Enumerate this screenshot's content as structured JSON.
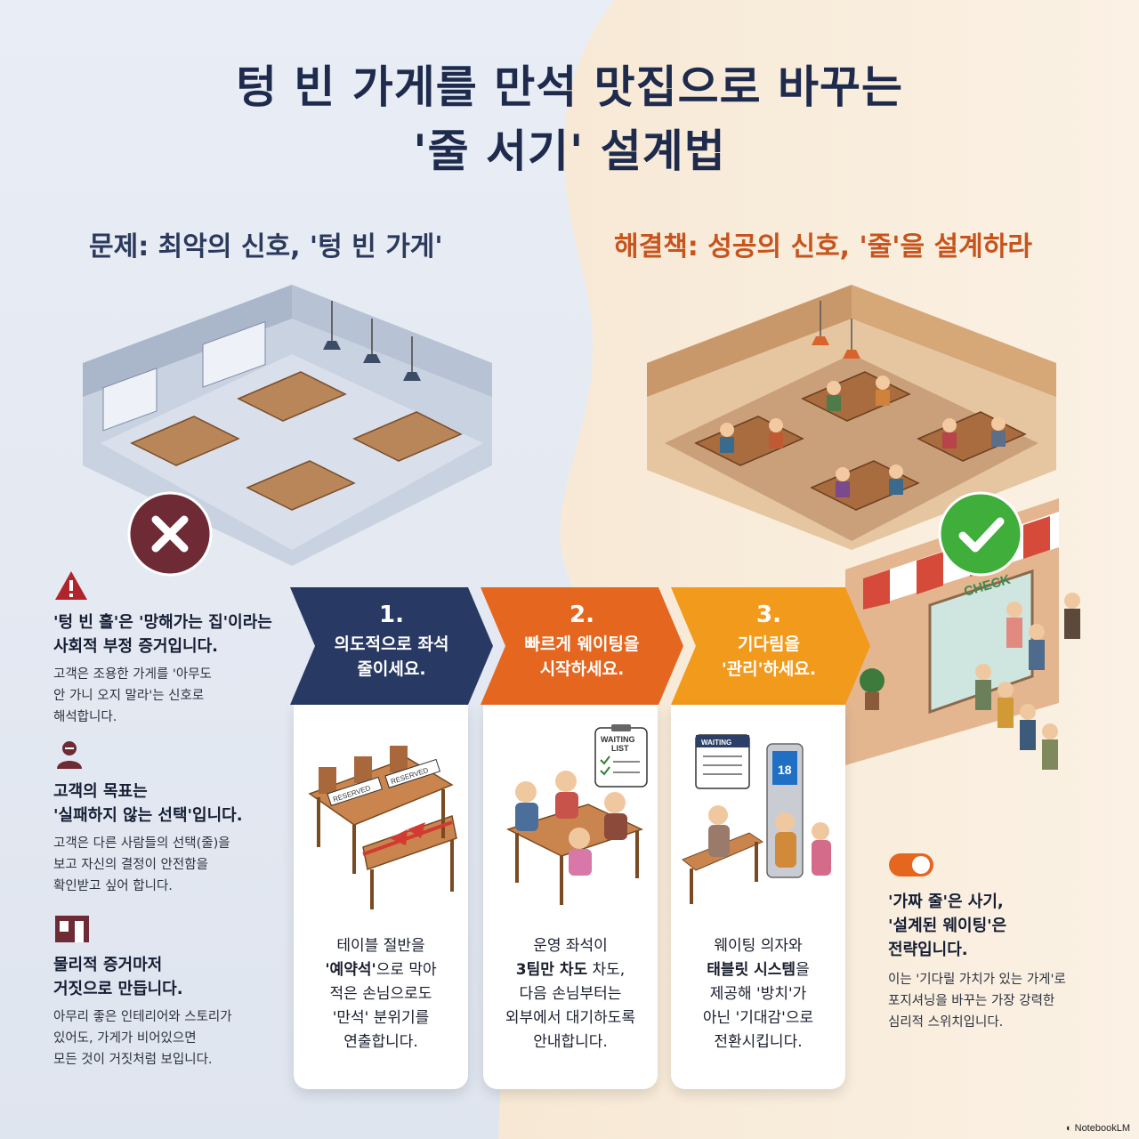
{
  "title": {
    "line1": "텅 빈 가게를 만석 맛집으로 바꾸는",
    "line2": "'줄 서기' 설계법"
  },
  "problem_heading": "문제: 최악의 신호, '텅 빈 가게'",
  "solution_heading": "해결책: 성공의 신호, '줄'을 설계하라",
  "problem_points": [
    {
      "icon": "warning-icon",
      "bold_1": "'텅 빈 홀'은 '망해가는 집'이라는",
      "bold_2": "사회적 부정 증거입니다.",
      "body_1": "고객은 조용한 가게를 '아무도",
      "body_2": "안 가니 오지 말라'는 신호로",
      "body_3": "해석합니다."
    },
    {
      "icon": "customer-icon",
      "bold_1": "고객의 목표는",
      "bold_2": "'실패하지 않는 선택'입니다.",
      "body_1": "고객은 다른 사람들의 선택(줄)을",
      "body_2": "보고 자신의 결정이 안전함을",
      "body_3": "확인받고 싶어 합니다."
    },
    {
      "icon": "storefront-icon",
      "bold_1": "물리적 증거마저",
      "bold_2": "거짓으로 만듭니다.",
      "body_1": "아무리 좋은 인테리어와 스토리가",
      "body_2": "있어도, 가게가 비어있으면",
      "body_3": "모든 것이 거짓처럼 보입니다."
    }
  ],
  "steps": [
    {
      "num": "1.",
      "head_1": "의도적으로 좌석",
      "head_2": "줄이세요.",
      "color": "#283a63",
      "text_1": "테이블 절반을",
      "text_2a": "'예약석'",
      "text_2b": "으로 막아",
      "text_3": "적은 손님으로도",
      "text_4": "'만석' 분위기를",
      "text_5": "연출합니다.",
      "reserved_label": "RESERVED"
    },
    {
      "num": "2.",
      "head_1": "빠르게 웨이팅을",
      "head_2": "시작하세요.",
      "color": "#e5661f",
      "text_1": "운영 좌석이",
      "text_2a": "3팀만 차도",
      "text_2b": " 차도,",
      "text_3": "다음 손님부터는",
      "text_4": "외부에서 대기하도록",
      "text_5": "안내합니다.",
      "list_label_1": "WAITING",
      "list_label_2": "LIST"
    },
    {
      "num": "3.",
      "head_1": "기다림을",
      "head_2": "'관리'하세요.",
      "color": "#f29a1b",
      "text_1": "웨이팅 의자와",
      "text_2a": "태블릿 시스템",
      "text_2b": "을",
      "text_3": "제공해 '방치'가",
      "text_4": "아닌 '기대감'으로",
      "text_5": "전환시킵니다.",
      "board_label": "WAITING",
      "kiosk_number": "18"
    }
  ],
  "right_point": {
    "bold_1": "'가짜 줄'은 사기,",
    "bold_2": "'설계된 웨이팅'은",
    "bold_3": "전략입니다.",
    "body_1": "이는 '기다릴 가치가 있는 가게'로",
    "body_2": "포지셔닝을 바꾸는 가장 강력한",
    "body_3": "심리적 스위치입니다."
  },
  "shop_sign": "CHECK",
  "brand": "NotebookLM",
  "colors": {
    "navy": "#1e2b4d",
    "orange": "#c7541c",
    "bad_badge": "#6e2a35",
    "good_badge": "#3fae3a"
  }
}
